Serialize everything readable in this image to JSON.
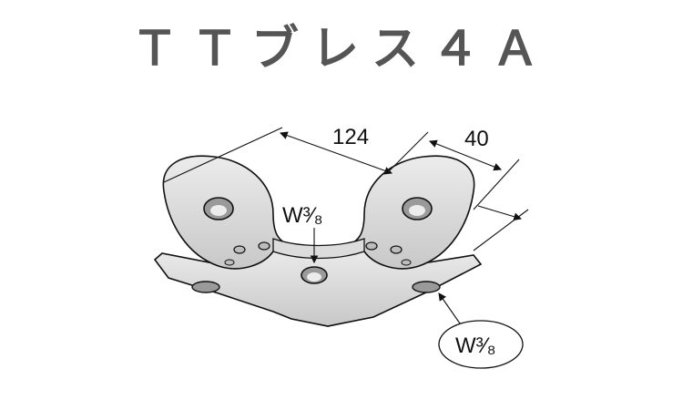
{
  "title": "ＴＴブレス４Ａ",
  "dimensions": {
    "length": "124",
    "width": "40"
  },
  "labels": {
    "bolt_center": "W³⁄₈",
    "bolt_side": "W³⁄₈"
  },
  "colors": {
    "title": "#555555",
    "part_fill": "#d8d8d8",
    "outline": "#111111"
  }
}
